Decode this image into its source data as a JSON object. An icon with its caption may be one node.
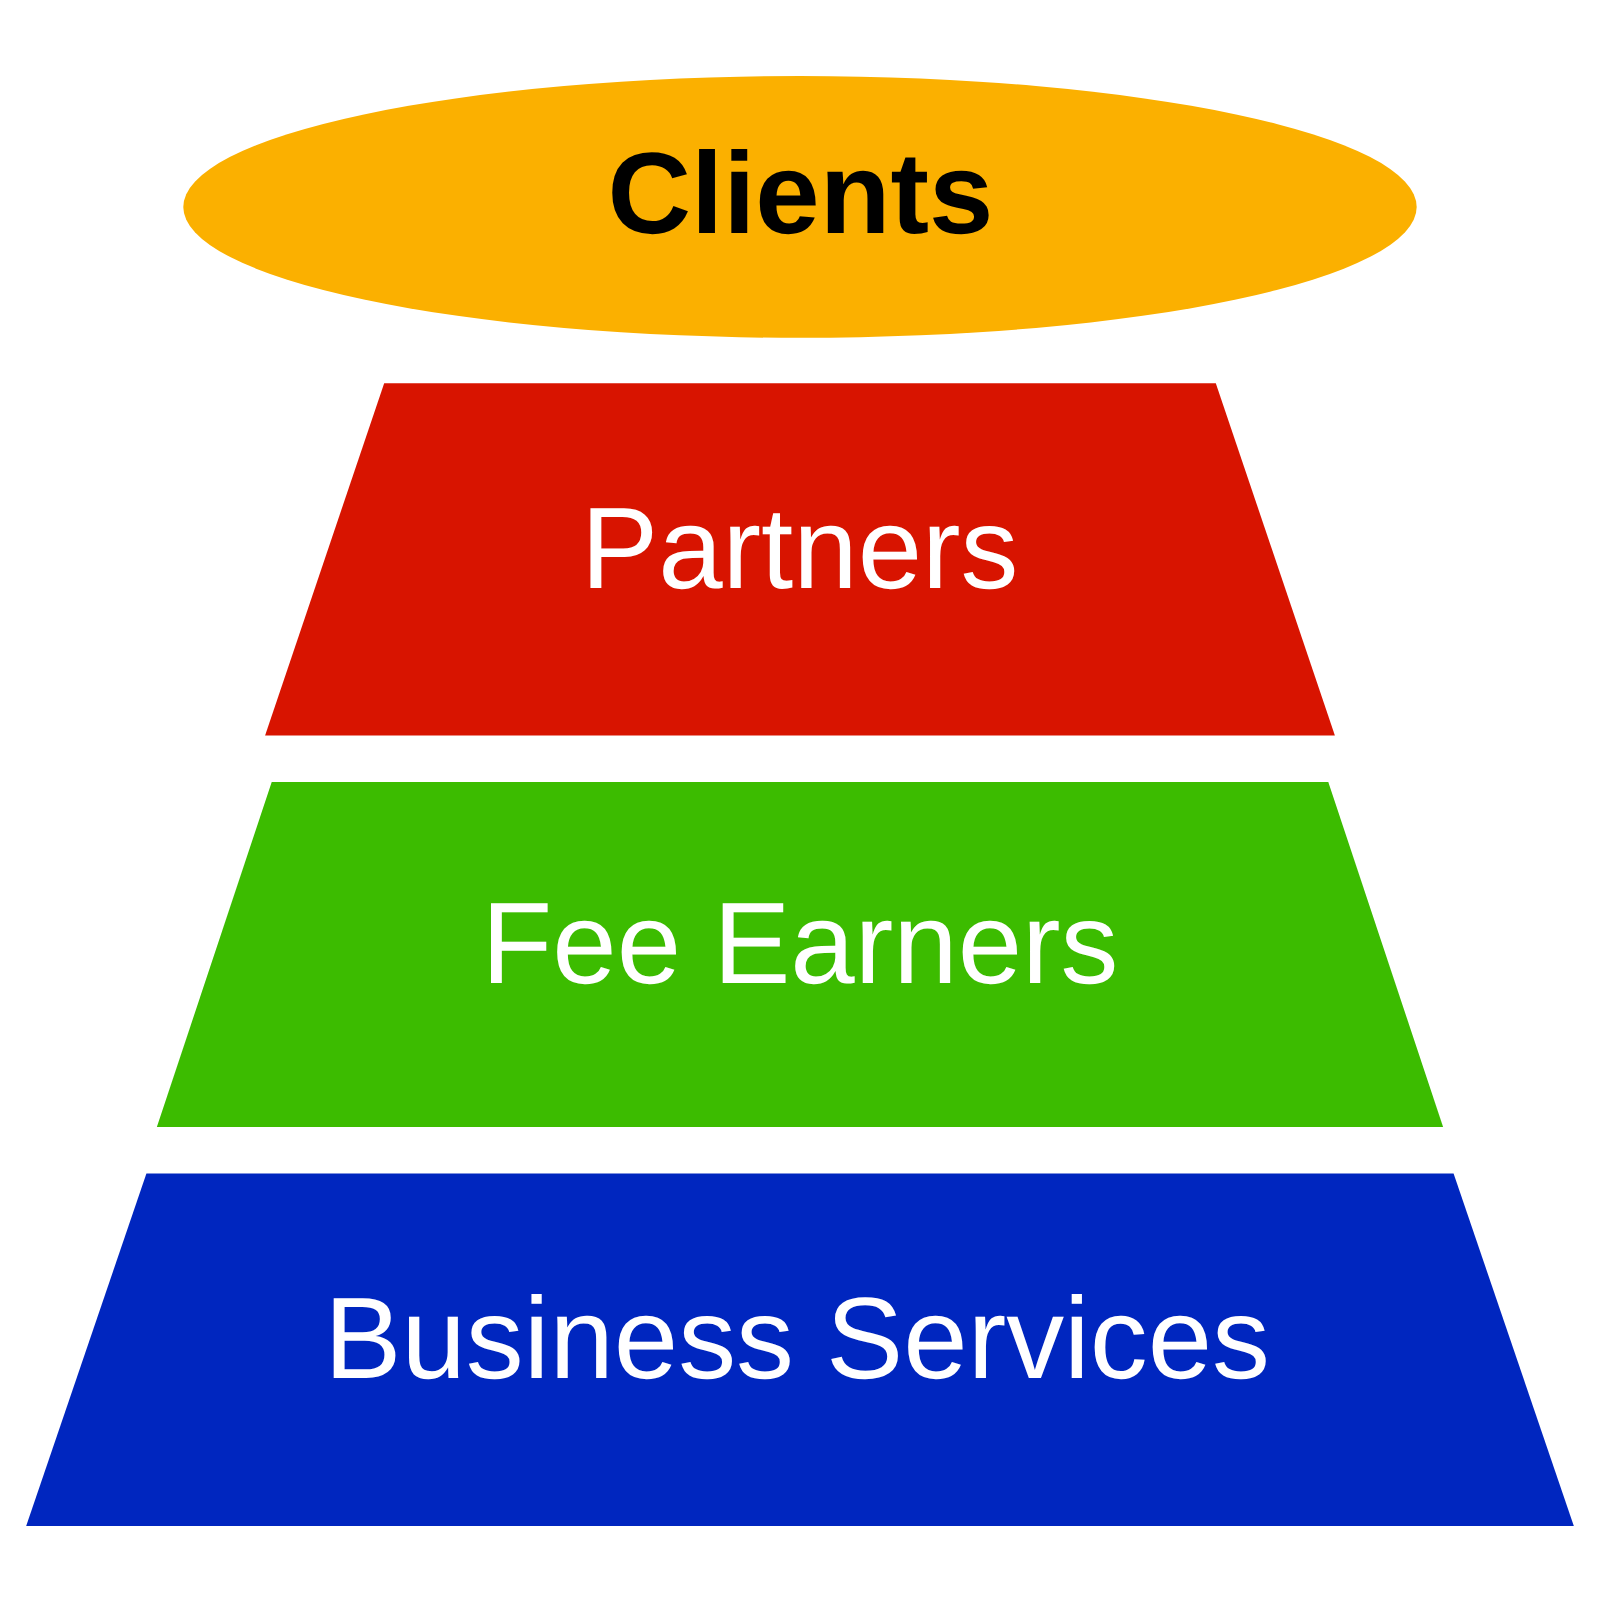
{
  "diagram": {
    "nodes": [
      {
        "text": [
          "Clients"
        ]
      },
      {
        "text": [
          "Partners"
        ]
      },
      {
        "text": [
          "Fee Earners"
        ]
      },
      {
        "text": [
          "Business Services"
        ]
      }
    ]
  }
}
